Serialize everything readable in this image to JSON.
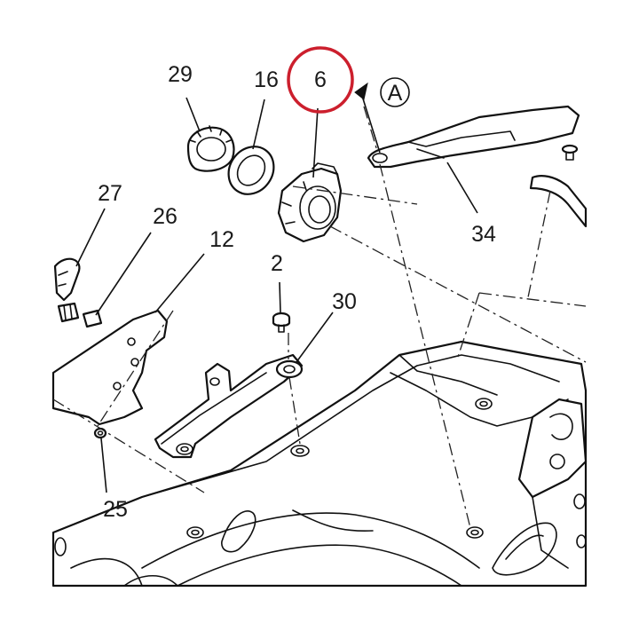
{
  "diagram": {
    "callouts": [
      {
        "id": "p29",
        "number": "29"
      },
      {
        "id": "p16",
        "number": "16"
      },
      {
        "id": "p6",
        "number": "6"
      },
      {
        "id": "pA",
        "number": "A"
      },
      {
        "id": "p34",
        "number": "34"
      },
      {
        "id": "p27",
        "number": "27"
      },
      {
        "id": "p26",
        "number": "26"
      },
      {
        "id": "p12",
        "number": "12"
      },
      {
        "id": "p2",
        "number": "2"
      },
      {
        "id": "p30",
        "number": "30"
      },
      {
        "id": "p25",
        "number": "25"
      }
    ],
    "highlight_color": "#cc1f2d",
    "line_color": "#111111"
  }
}
